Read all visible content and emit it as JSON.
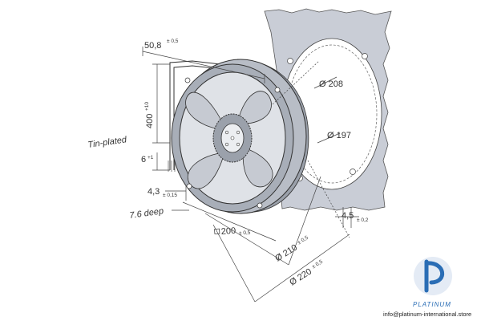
{
  "diagram": {
    "labels": {
      "depth": "50,8",
      "depth_tol": "± 0,5",
      "cable_length": "400",
      "cable_tol": "+10",
      "strip_length": "6",
      "strip_tol": "+1",
      "cable_note": "Tin-plated",
      "hole_offset": "4,3",
      "hole_offset_tol": "± 0,15",
      "depth_note": "7.6 deep",
      "square": "200",
      "square_tol": "± 0,5",
      "dia_210": "Ø 210",
      "dia_210_tol": "± 0,5",
      "dia_220": "Ø 220",
      "dia_220_tol": "± 0,5",
      "dia_208": "Ø 208",
      "dia_197": "Ø 197",
      "flange": "4,5",
      "flange_tol": "± 0,2"
    }
  },
  "branding": {
    "name": "PLATINUM",
    "url": "info@platinum-international.store"
  }
}
